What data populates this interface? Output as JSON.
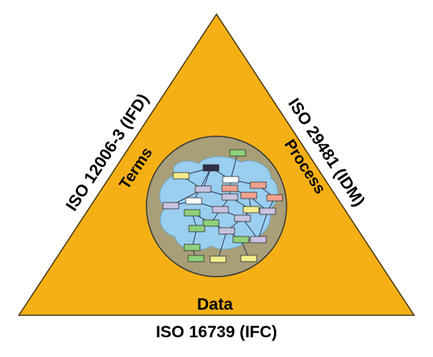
{
  "diagram": {
    "edges": {
      "left": "ISO 12006-3 (IFD)",
      "right": "ISO 29481 (IDM)",
      "bottom": "ISO 16739 (IFC)"
    },
    "sides": {
      "left": "Terms",
      "right": "Process",
      "bottom": "Data"
    },
    "colors": {
      "triangle": "#F5B015",
      "circle": "#A89F79",
      "cloud": "#9BCFEF",
      "box_yellow": "#F3EC8C",
      "box_green": "#8FD07A",
      "box_salmon": "#F2A28E",
      "box_lavender": "#C8C3E0",
      "box_white": "#FFFFFF",
      "box_dark": "#2E2E48",
      "connector": "#2E3A59"
    }
  }
}
